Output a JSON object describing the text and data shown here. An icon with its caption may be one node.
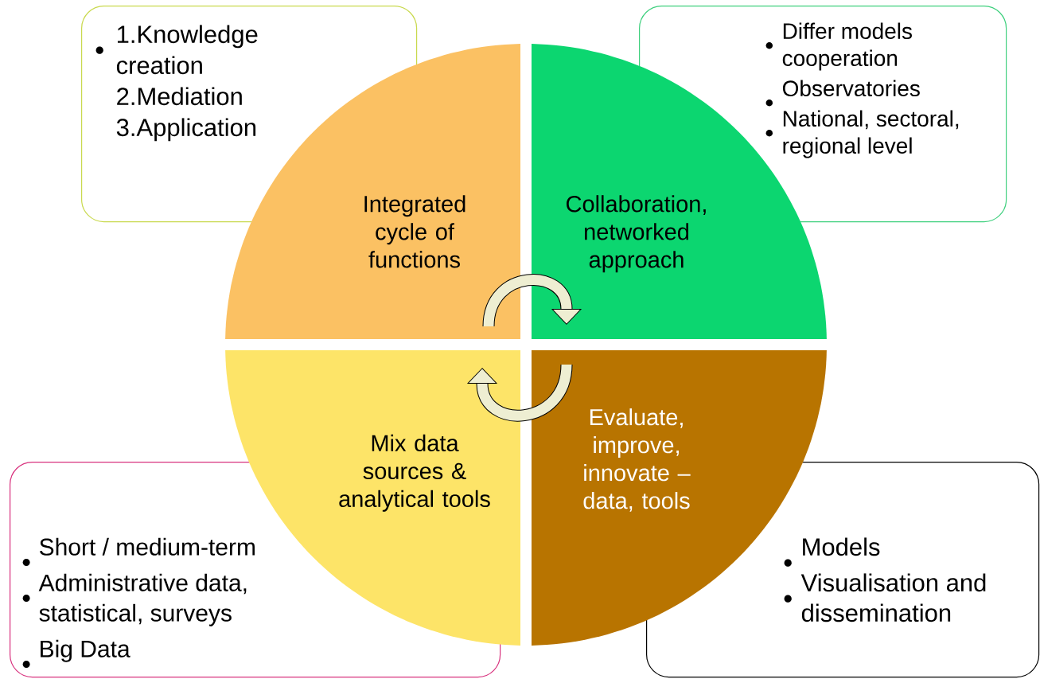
{
  "diagram": {
    "nodes": [
      {
        "text": [
          "1.Knowledge creation",
          "2.Mediation",
          "3.Application"
        ]
      },
      {
        "text": [
          "Differ models cooperation",
          "Observatories",
          "National, sectoral, regional level"
        ]
      },
      {
        "text": [
          "Integrated cycle of functions"
        ]
      },
      {
        "text": [
          "Collaboration, networked approach"
        ]
      },
      {
        "text": [
          "Mix data sources & analytical tools"
        ]
      },
      {
        "text": [
          "Evaluate, improve, innovate – data, tools"
        ]
      },
      {
        "text": [
          "Short / medium-term",
          "Administrative data, statistical, surveys",
          "Big Data"
        ]
      },
      {
        "text": [
          "Models",
          "Visualisation and dissemination"
        ]
      }
    ],
    "edges": [
      {
        "from": 2,
        "to": 3,
        "arrow": "to"
      },
      {
        "from": 5,
        "to": 4,
        "arrow": "to"
      }
    ]
  }
}
